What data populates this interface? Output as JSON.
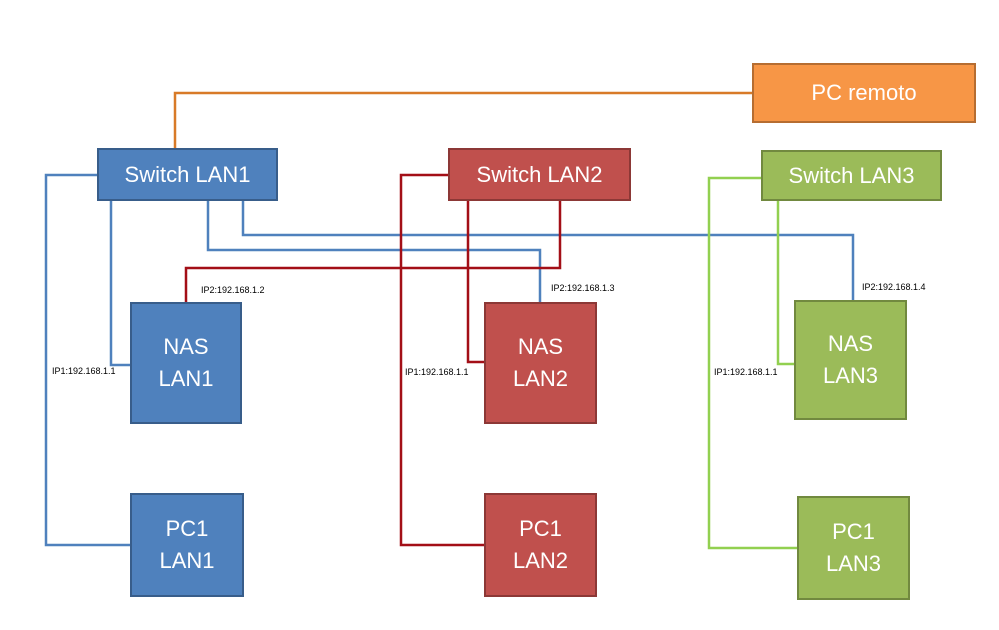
{
  "nodes": {
    "pc_remoto": "PC remoto",
    "switch_lan1": "Switch LAN1",
    "switch_lan2": "Switch LAN2",
    "switch_lan3": "Switch LAN3",
    "nas_lan1": {
      "line1": "NAS",
      "line2": "LAN1"
    },
    "nas_lan2": {
      "line1": "NAS",
      "line2": "LAN2"
    },
    "nas_lan3": {
      "line1": "NAS",
      "line2": "LAN3"
    },
    "pc1_lan1": {
      "line1": "PC1",
      "line2": "LAN1"
    },
    "pc1_lan2": {
      "line1": "PC1",
      "line2": "LAN2"
    },
    "pc1_lan3": {
      "line1": "PC1",
      "line2": "LAN3"
    }
  },
  "labels": {
    "nas1_ip1": "IP1:192.168.1.1",
    "nas1_ip2": "IP2:192.168.1.2",
    "nas2_ip1": "IP1:192.168.1.1",
    "nas2_ip2": "IP2:192.168.1.3",
    "nas3_ip1": "IP1:192.168.1.1",
    "nas3_ip2": "IP2:192.168.1.4"
  },
  "colors": {
    "lan1": "#4f81bd",
    "lan2": "#c0504d",
    "lan3": "#9bbb59",
    "remote": "#f79646"
  }
}
